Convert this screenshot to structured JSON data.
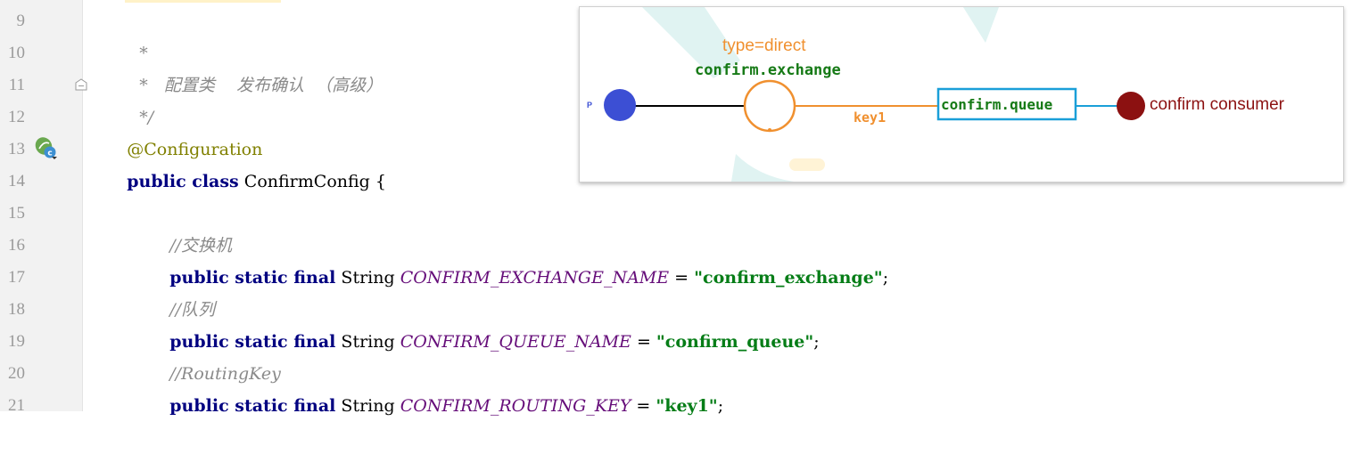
{
  "gutter": {
    "line_numbers": [
      "9",
      "10",
      "11",
      "12",
      "13",
      "14",
      "15",
      "16",
      "17",
      "18",
      "19",
      "20",
      "21"
    ]
  },
  "code": {
    "lines": {
      "l9": {
        "star": "*"
      },
      "l10": {
        "text": "*   配置类    发布确认  （高级）"
      },
      "l11": {
        "text": "*/"
      },
      "l12": {
        "annotation": "@Configuration"
      },
      "l13": {
        "kw": "public class",
        "name": "ConfirmConfig {"
      },
      "l15": {
        "comment": "//交换机"
      },
      "l16": {
        "kw": "public static final",
        "type": "String",
        "const": "CONFIRM_EXCHANGE_NAME",
        "eq": "=",
        "str": "\"confirm_exchange\"",
        "semi": ";"
      },
      "l17": {
        "comment": "//队列"
      },
      "l18": {
        "kw": "public static final",
        "type": "String",
        "const": "CONFIRM_QUEUE_NAME",
        "eq": "=",
        "str": "\"confirm_queue\"",
        "semi": ";"
      },
      "l19": {
        "comment": "//RoutingKey"
      },
      "l20": {
        "kw": "public static final",
        "type": "String",
        "const": "CONFIRM_ROUTING_KEY",
        "eq": "=",
        "str": "\"key1\"",
        "semi": ";"
      }
    }
  },
  "diagram": {
    "exchange_type": "type=direct",
    "exchange_name": "confirm.exchange",
    "producer_label": "P",
    "routing_key": "key1",
    "queue_name": "confirm.queue",
    "consumer_label": "confirm consumer",
    "colors": {
      "producer": "#3c4fd4",
      "exchange": "#f0902f",
      "exchange_name": "#167a16",
      "queue_border": "#1a9fd8",
      "consumer": "#8c1111"
    }
  }
}
